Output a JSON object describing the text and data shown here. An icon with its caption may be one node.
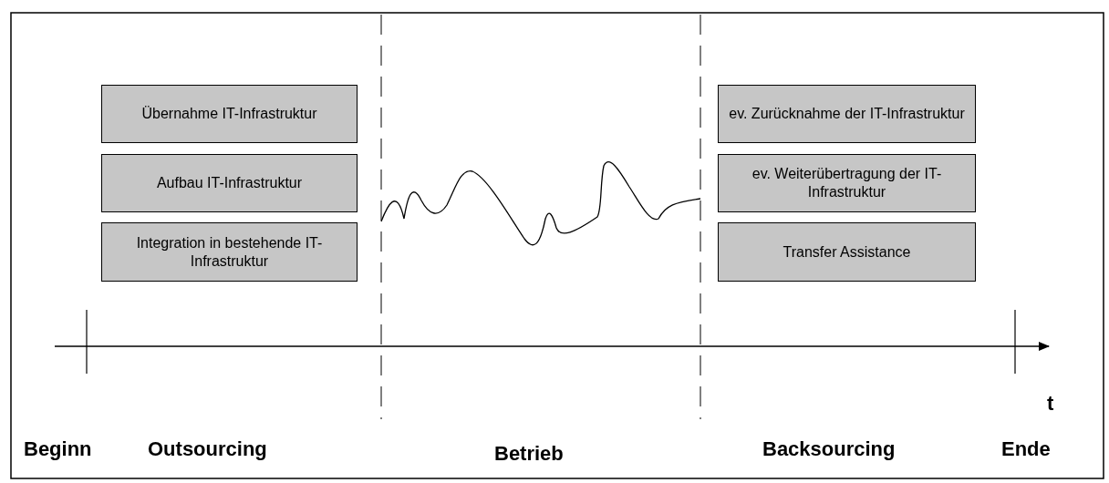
{
  "diagram": {
    "nodes": [
      {
        "text": [
          "Übernahme IT-Infrastruktur"
        ]
      },
      {
        "text": [
          "Aufbau IT-Infrastruktur"
        ]
      },
      {
        "text": [
          "Integration in bestehende IT-Infrastruktur"
        ]
      },
      {
        "text": [
          "ev. Zurücknahme der IT-Infrastruktur"
        ]
      },
      {
        "text": [
          "ev. Weiterübertragung der IT-Infrastruktur"
        ]
      },
      {
        "text": [
          "Transfer Assistance"
        ]
      }
    ],
    "labels": [
      "t",
      "Beginn",
      "Outsourcing",
      "Betrieb",
      "Backsourcing",
      "Ende"
    ]
  }
}
